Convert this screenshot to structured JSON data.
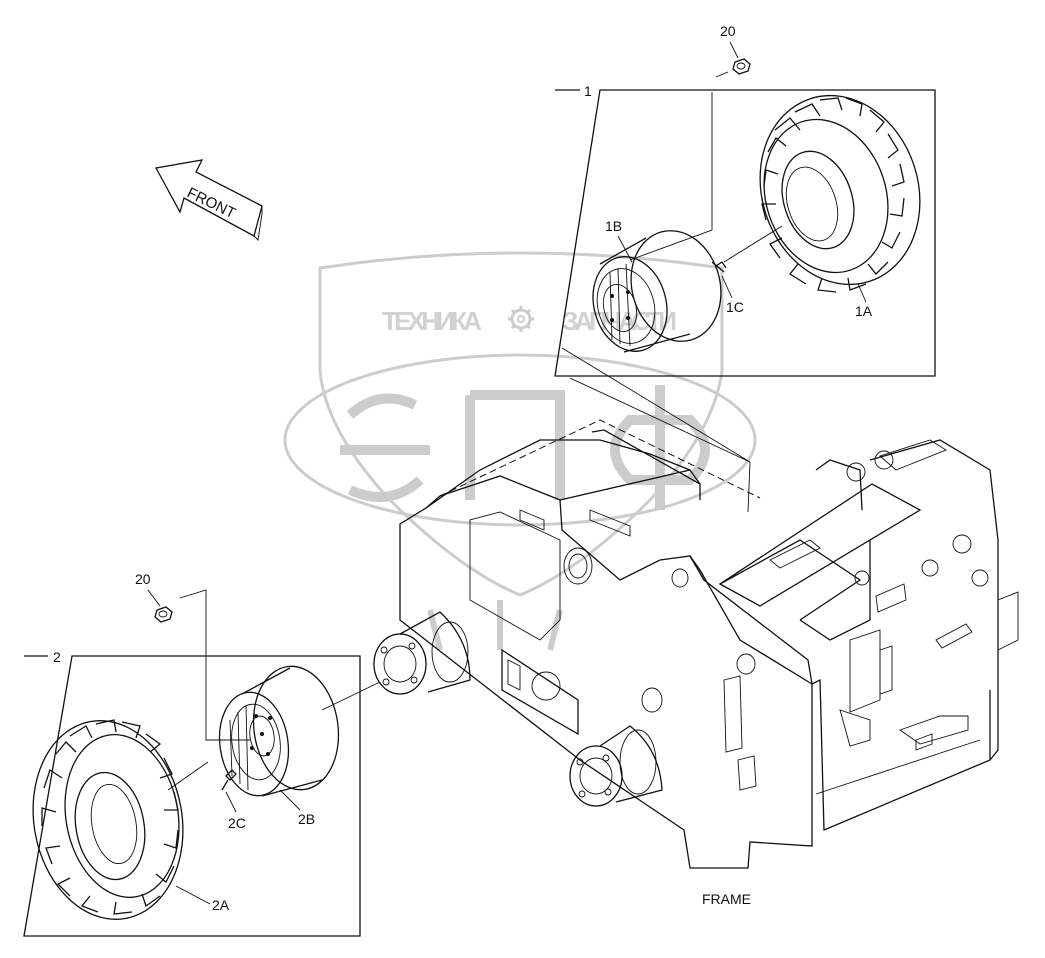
{
  "diagram": {
    "callouts": {
      "group1": "1",
      "group2": "2",
      "tire_1a": "1A",
      "rim_1b": "1B",
      "valve_1c": "1C",
      "tire_2a": "2A",
      "rim_2b": "2B",
      "valve_2c": "2C",
      "nut_top": "20",
      "nut_left": "20"
    },
    "direction_arrow": "FRONT",
    "frame_label": "FRAME"
  },
  "watermark": {
    "company": "ТЕХНИКА",
    "company_suffix": "ЗАПЧАСТИ",
    "logo_letters": "ЭПФ",
    "icon": "gear-icon"
  },
  "colors": {
    "line": "#111111",
    "watermark": "#bdbdbd"
  }
}
